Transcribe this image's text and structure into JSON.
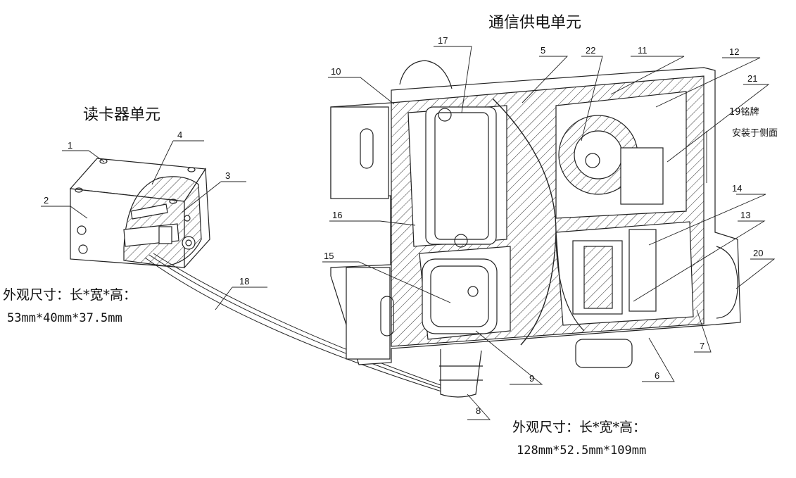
{
  "titles": {
    "comm_unit": "通信供电单元",
    "reader_unit": "读卡器单元"
  },
  "reader_dims": {
    "label": "外观尺寸：长*宽*高：",
    "value": "53mm*40mm*37.5mm"
  },
  "comm_dims": {
    "label": "外观尺寸：长*宽*高：",
    "value": "128mm*52.5mm*109mm"
  },
  "nameplate_note": {
    "line1": "19铭牌",
    "line2": "安装于侧面"
  },
  "part_numbers": {
    "p1": "1",
    "p2": "2",
    "p3": "3",
    "p4": "4",
    "p5": "5",
    "p6": "6",
    "p7": "7",
    "p8": "8",
    "p9": "9",
    "p10": "10",
    "p11": "11",
    "p12": "12",
    "p13": "13",
    "p14": "14",
    "p15": "15",
    "p16": "16",
    "p17": "17",
    "p18": "18",
    "p20": "20",
    "p21": "21",
    "p22": "22"
  }
}
